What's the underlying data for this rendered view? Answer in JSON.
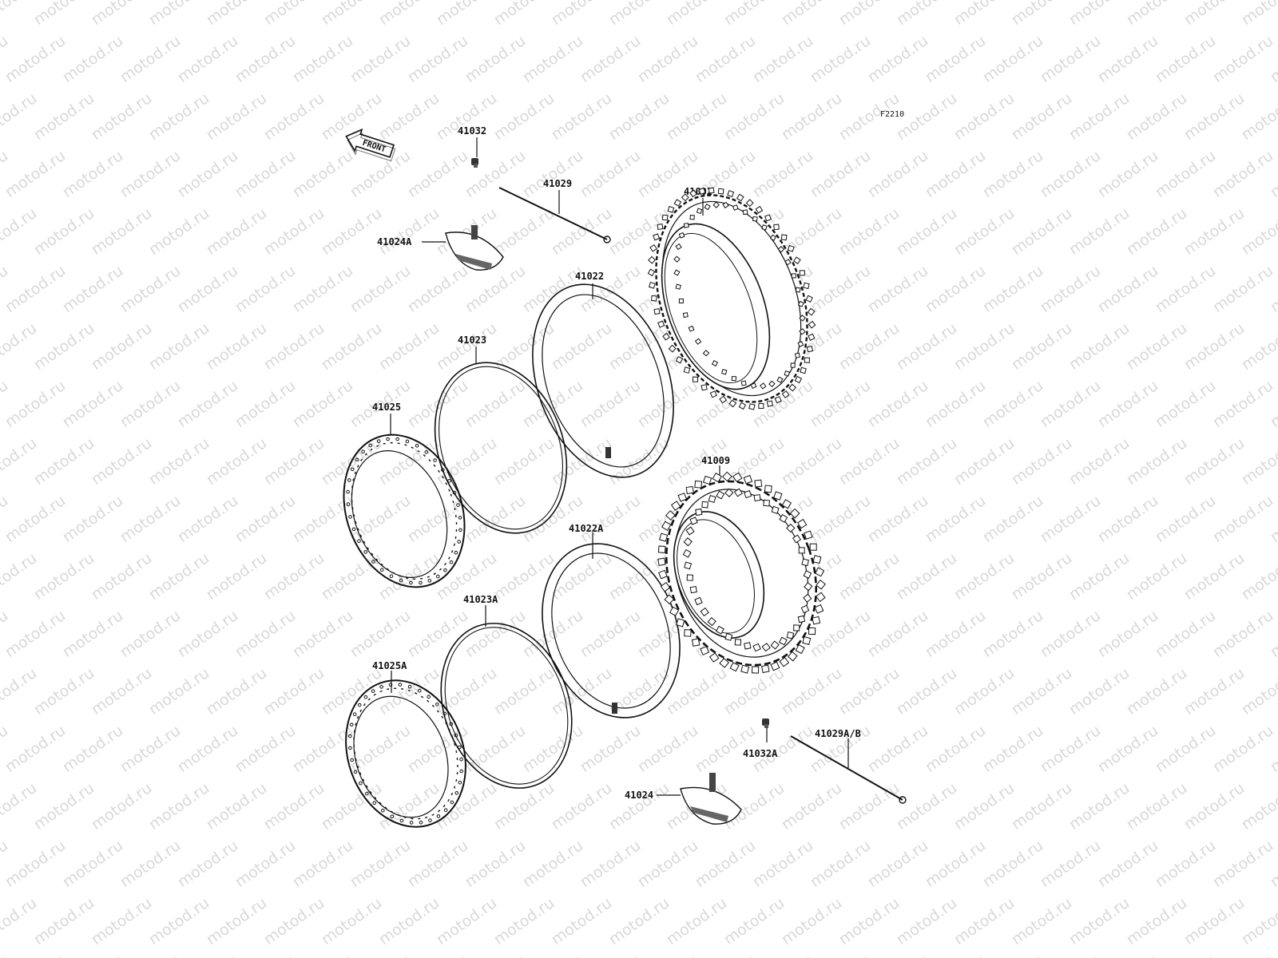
{
  "watermark": "motod.ru",
  "figure_code": "F2210",
  "front_arrow_text": "FRONT",
  "callouts": {
    "p41032": "41032",
    "p41029": "41029",
    "p41002": "41002",
    "p41024A": "41024A",
    "p41022": "41022",
    "p41023": "41023",
    "p41025": "41025",
    "p41009": "41009",
    "p41022A": "41022A",
    "p41023A": "41023A",
    "p41025A": "41025A",
    "p41032A": "41032A",
    "p41029AB": "41029A/B",
    "p41024": "41024"
  }
}
